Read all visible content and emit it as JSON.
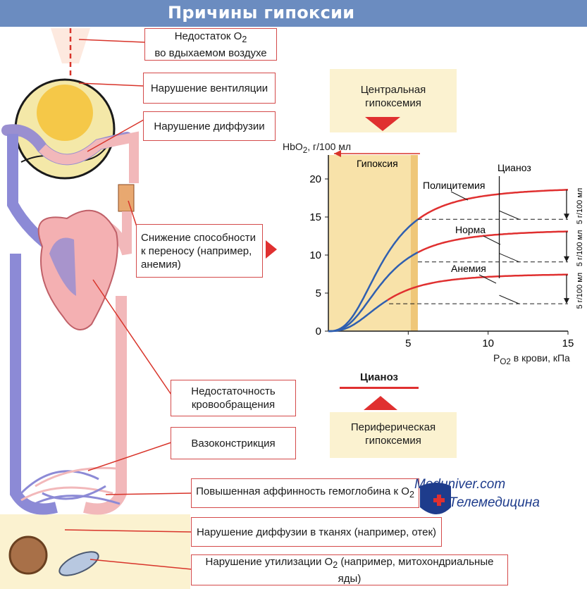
{
  "title": "Причины гипоксии",
  "causes": {
    "o2_deficit": "Недостаток O",
    "o2_deficit_sub": "2",
    "o2_deficit_line2": "во вдыхаемом воздухе",
    "ventilation": "Нарушение вентиляции",
    "diffusion": "Нарушение диффузии",
    "transport": "Снижение способности к переносу (например, анемия)",
    "circulation": "Недостаточность кровообращения",
    "vasoconstriction": "Вазоконстрикция",
    "affinity": "Повышенная аффинность гемоглобина к O",
    "affinity_sub": "2",
    "tissue_diffusion": "Нарушение диффузии в тканях (например, отек)",
    "utilization": "Нарушение утилизации O",
    "utilization_sub": "2",
    "utilization_tail": " (например, митохондриальные яды)"
  },
  "central_hypoxemia": "Центральная гипоксемия",
  "peripheral_hypoxemia": "Периферическая гипоксемия",
  "cyanosis_box": "Цианоз",
  "logo": {
    "line1": "Meduniver.com",
    "line2": "Телемедицина"
  },
  "colors": {
    "title_bar": "#6b8cc0",
    "accent_red": "#e03030",
    "curve_blue": "#2f5fb0",
    "cream": "#fbf2d0",
    "hypoxia_band": "#f0c56a"
  },
  "chart_data": {
    "type": "line",
    "ylabel": "HbO",
    "ylabel_sub": "2",
    "ylabel_unit": ", г/100 мл",
    "xlabel_prefix": "P",
    "xlabel_sub": "O2",
    "xlabel_suffix": " в крови, кПа",
    "xlim": [
      0,
      15
    ],
    "ylim": [
      0,
      20
    ],
    "x_ticks": [
      5,
      10,
      15
    ],
    "y_ticks": [
      0,
      5,
      10,
      15,
      20
    ],
    "hypoxia_zone": {
      "label": "Гипоксия",
      "x_max": 5.6
    },
    "cyanosis_label": "Цианоз",
    "cyanosis_x": 10.7,
    "arrow_label": "5 г/100 мл",
    "series": [
      {
        "name": "Полицитемия",
        "sat": 19.0,
        "p50": 3.5,
        "n": 2.6,
        "split_x": 5.6,
        "cyan_y": 14.7
      },
      {
        "name": "Норма",
        "sat": 13.4,
        "p50": 3.5,
        "n": 2.6,
        "split_x": 5.6,
        "cyan_y": 9.1
      },
      {
        "name": "Анемия",
        "sat": 7.6,
        "p50": 3.5,
        "n": 2.6,
        "split_x": 3.8,
        "cyan_y": 3.6
      }
    ]
  }
}
